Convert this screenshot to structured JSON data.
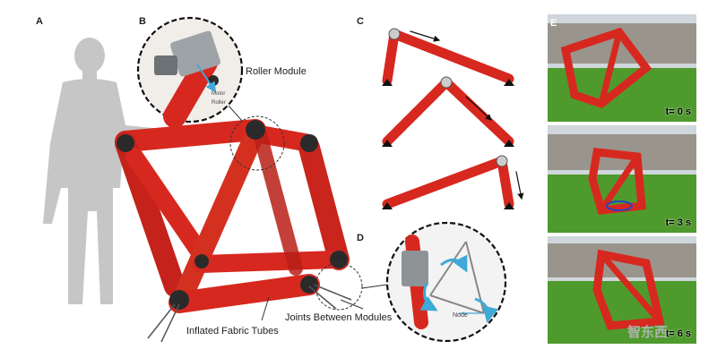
{
  "panels": {
    "a": "A",
    "b": "B",
    "c": "C",
    "d": "D",
    "e": "E"
  },
  "labels": {
    "roller_module": "Roller Module",
    "motor": "Motor",
    "roller": "Roller",
    "joints_between_modules": "Joints Between Modules",
    "inflated_fabric_tubes": "Inflated Fabric Tubes",
    "node": "Node"
  },
  "timestamps": [
    "t= 0 s",
    "t= 3 s",
    "t= 6 s"
  ],
  "watermark": "智东西",
  "colors": {
    "tube_red": "#d7281f",
    "tube_dark": "#8e1410",
    "silhouette": "#c6c6c6",
    "arrow_blue": "#3fa9d8",
    "grass": "#4f9a2c",
    "sky": "#cfd6dc"
  }
}
